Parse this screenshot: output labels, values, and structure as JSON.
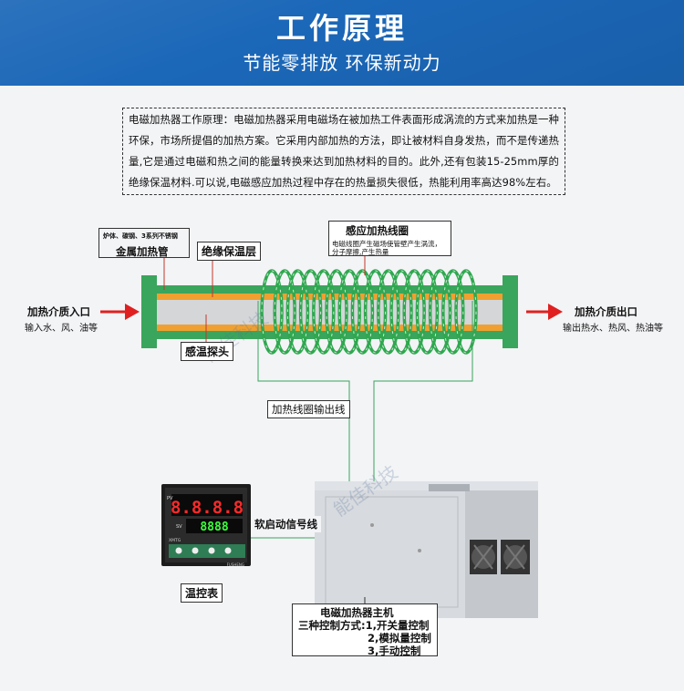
{
  "header": {
    "title": "工作原理",
    "subtitle": "节能零排放 环保新动力"
  },
  "intro_text": "电磁加热器工作原理：电磁加热器采用电磁场在被加热工件表面形成涡流的方式来加热是一种环保，市场所提倡的加热方案。它采用内部加热的方法，即让被材料自身发热，而不是传递热量,它是通过电磁和热之间的能量转换来达到加热材料的目的。此外,还有包装15-25mm厚的绝缘保温材料.可以说,电磁感应加热过程中存在的热量损失很低，热能利用率高达98%左右。",
  "labels": {
    "pipe_material_note": "炉体、碳钢、3系列不锈钢",
    "metal_pipe": "金属加热管",
    "insulation": "绝缘保温层",
    "coil_title": "感应加热线圈",
    "coil_desc_1": "电磁线圈产生磁场使管壁产生涡流，",
    "coil_desc_2": "分子摩擦,产生热量",
    "inlet_title": "加热介质入口",
    "inlet_desc": "输入水、风、油等",
    "outlet_title": "加热介质出口",
    "outlet_desc": "输出热水、热风、热油等",
    "temp_probe": "感温探头",
    "coil_output": "加热线圈输出线",
    "soft_start": "软启动信号线",
    "temp_controller": "温控表",
    "watermark": "能佳科技"
  },
  "controller": {
    "pv_tag": "PV",
    "sv_tag": "SV",
    "pv_value": "8.8.8.8",
    "sv_value": "8888",
    "model": "XMTG",
    "brand": "FUSHENG"
  },
  "host": {
    "title": "电磁加热器主机",
    "modes_label": "三种控制方式:",
    "modes": [
      "1,开关量控制",
      "2,模拟量控制",
      "3,手动控制"
    ]
  },
  "colors": {
    "banner": "#1b67b8",
    "pipe_green": "#3aa55c",
    "insulation_orange": "#f0a030",
    "coil_green": "#2fa84f",
    "arrow_red": "#e02020"
  }
}
